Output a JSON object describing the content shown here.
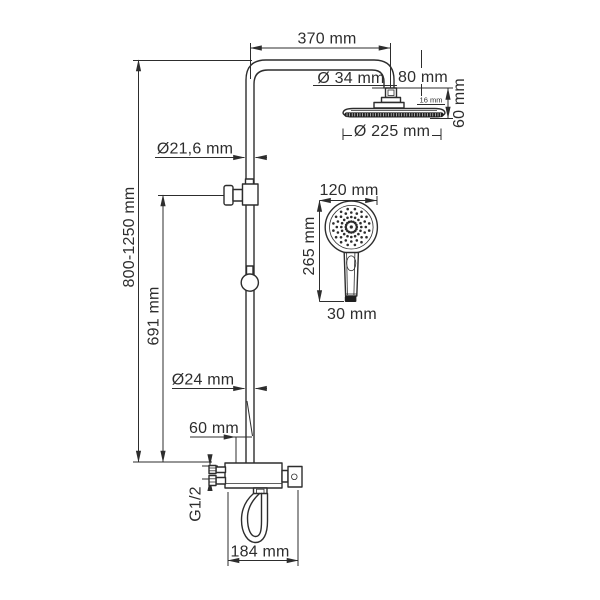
{
  "drawing": {
    "kind": "shower-system technical dimension drawing",
    "background": "#ffffff",
    "line_color": "#2d2d2d",
    "labels": {
      "arm_length": "370 mm",
      "connector_diameter": "Ø 34 mm",
      "head_offset": "80 mm",
      "head_hub": "16 mm",
      "head_height": "60 mm",
      "head_diameter": "Ø 225 mm",
      "upper_pipe_diameter": "Ø21,6 mm",
      "column_height": "800-1250 mm",
      "bracket_height": "691 mm",
      "handshower_diameter": "120 mm",
      "handshower_length": "265 mm",
      "handshower_handle_width": "30 mm",
      "lower_pipe_diameter": "Ø24 mm",
      "mixer_offset": "60 mm",
      "thread_size": "G1/2",
      "mixer_width": "184 mm"
    }
  }
}
